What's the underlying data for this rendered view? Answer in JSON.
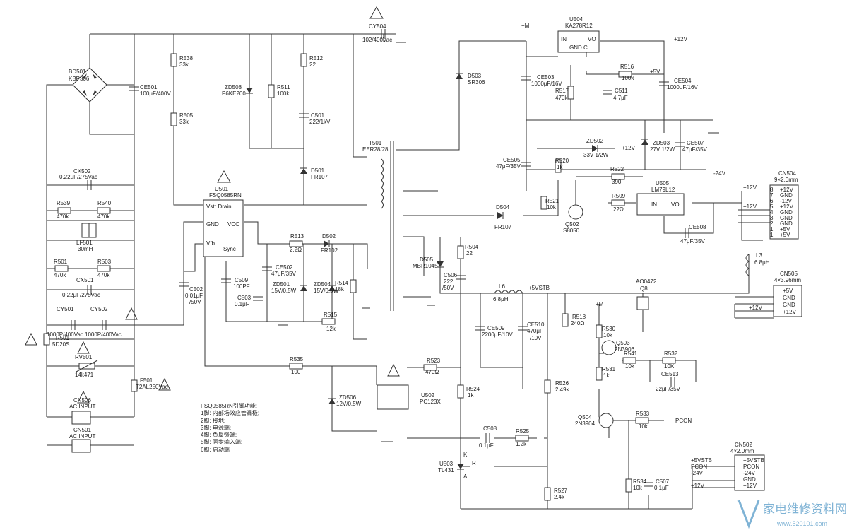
{
  "labels": {
    "bd501": "BD501",
    "kbp306": "KBP306",
    "ce501": "CE501",
    "ce501v": "100μF/400V",
    "r538": "R538",
    "r538v": "33k",
    "r505": "R505",
    "r505v": "33k",
    "zd508": "ZD508",
    "zd508v": "P6KE200",
    "r511": "R511",
    "r511v": "100k",
    "r512": "R512",
    "r512v": "22",
    "c501": "C501",
    "c501v": "222/1kV",
    "d501": "D501",
    "d501v": "FR107",
    "cy504": "CY504",
    "cy504v": "102/400Vac",
    "cx502": "CX502",
    "cx502v": "0.22μF/275Vac",
    "r539": "R539",
    "r539v": "470k",
    "r540": "R540",
    "r540v": "470k",
    "lf501": "LF501",
    "lf501v": "30mH",
    "r501": "R501",
    "r501v": "470k",
    "r503": "R503",
    "r503v": "470k",
    "cx501": "CX501",
    "cx501v": "0.22μF/275Vac",
    "cy501": "CY501",
    "cy501v": "1000P/400Vac",
    "cy502": "CY502",
    "cy502v": "1000P/400Vac",
    "tr501": "TR501",
    "tr501v": "5D20S",
    "rv501": "RV501",
    "rv501v": "14k471",
    "f501": "F501",
    "f501v": "T2AL250Vac",
    "cn506": "CN506",
    "cn506v": "AC INPUT",
    "cn501": "CN501",
    "cn501v": "AC INPUT",
    "u501": "U501",
    "u501v": "FSQ0585RN",
    "vstr": "Vstr Drain",
    "gnd": "GND",
    "vcc": "VCC",
    "vfb": "Vfb",
    "sync": "Sync",
    "c502": "C502",
    "c502v": "0.01μF",
    "c502v2": "/50V",
    "c509": "C509",
    "c509v": "100PF",
    "c503": "C503",
    "c503v": "0.1μF",
    "r513": "R513",
    "r513v": "2.2Ω",
    "d502": "D502",
    "d502v": "FR102",
    "ce502": "CE502",
    "ce502v": "47μF/35V",
    "zd501": "ZD501",
    "zd501v": "15V/0.5W",
    "zd504": "ZD504",
    "zd504v": "15V/0.5W",
    "r514": "R514",
    "r514v": "18k",
    "r515": "R515",
    "r515v": "12k",
    "t501": "T501",
    "t501v": "EER28/28",
    "d503": "D503",
    "d503v": "SR306",
    "u504": "U504",
    "u504v": "KA278R12",
    "in": "IN",
    "vo": "VO",
    "gnd2": "GND",
    "c": "C",
    "ce503": "CE503",
    "ce503v": "1000μF/16V",
    "r517": "R517",
    "r517v": "470k",
    "c511": "C511",
    "c511v": "4.7μF",
    "r516": "R516",
    "r516v": "100k",
    "ce504": "CE504",
    "ce504v": "1000μF/16V",
    "p12v": "+12V",
    "p5v": "+5V",
    "m": "+M",
    "n24v": "-24V",
    "zd502": "ZD502",
    "zd502v": "33V 1/2W",
    "zd503": "ZD503",
    "zd503v": "27V 1/2W",
    "ce507": "CE507",
    "ce507v": "47μF/35V",
    "ce505": "CE505",
    "ce505v": "47μF/35V",
    "r520": "R520",
    "r520v": "1k",
    "r522": "R522",
    "r522v": "390",
    "r521": "R521",
    "r521v": "10k",
    "r509": "R509",
    "r509v": "22Ω",
    "u505": "U505",
    "u505v": "LM79L12",
    "ce508": "CE508",
    "ce508v": "47μF/35V",
    "d504": "D504",
    "d504v": "FR107",
    "q502": "Q502",
    "q502v": "S8050",
    "d505": "D505",
    "d505v": "MBR1045",
    "r504": "R504",
    "r504v": "22",
    "c506": "C506",
    "c506v": "222",
    "c506v2": "/50V",
    "l6": "L6",
    "l6v": "6.8μH",
    "p5vstb": "+5VSTB",
    "ce509": "CE509",
    "ce509v": "2200μF/10V",
    "ce510": "CE510",
    "ce510v": "470μF",
    "ce510v2": "/10V",
    "r518": "R518",
    "r518v": "240Ω",
    "q8": "Q8",
    "q8v": "AO0472",
    "r530": "R530",
    "r530v": "10k",
    "q503": "Q503",
    "q503v": "2N3906",
    "r541": "R541",
    "r541v": "10k",
    "r532": "R532",
    "r532v": "10K",
    "r531": "R531",
    "r531v": "1k",
    "ce513": "CE513",
    "ce513v": "22μF/35V",
    "r535": "R535",
    "r535v": "100",
    "zd506": "ZD506",
    "zd506v": "12V/0.5W",
    "r523": "R523",
    "r523v": "470Ω",
    "u502": "U502",
    "u502v": "PC123X",
    "r524": "R524",
    "r524v": "1k",
    "r526": "R526",
    "r526v": "2.49k",
    "q504": "Q504",
    "q504v": "2N3904",
    "r533": "R533",
    "r533v": "10k",
    "pcon": "PCON",
    "c508": "C508",
    "c508v": "0.1μF",
    "r525": "R525",
    "r525v": "1.2k",
    "u503": "U503",
    "u503v": "TL431",
    "k": "K",
    "r": "R",
    "a": "A",
    "r527": "R527",
    "r527v": "2.4k",
    "r534": "R534",
    "r534v": "10k",
    "c507": "C507",
    "c507v": "0.1μF",
    "cn504": "CN504",
    "cn504v": "9×2.0mm",
    "l3": "L3",
    "l3v": "6.8μH",
    "cn505": "CN505",
    "cn505v": "4×3.96mm",
    "cn502": "CN502",
    "cn502v": "4×2.0mm"
  },
  "cn504_pins": [
    "+12V",
    "GND",
    "-12V",
    "+12V",
    "GND",
    "GND",
    "GND",
    "+5V",
    "+5V"
  ],
  "cn504_pin_numbers": [
    "8",
    "7",
    "6",
    "5",
    "4",
    "3",
    "2",
    "1",
    "1"
  ],
  "cn504_wires": [
    "+12V",
    "+12V"
  ],
  "cn505_pins": [
    "+5V",
    "GND",
    "GND",
    "+12V"
  ],
  "cn505_wires": [
    "+12V"
  ],
  "cn502_pins": [
    "+5VSTB",
    "PCON",
    "-24V",
    "GND",
    "+12V"
  ],
  "cn502_wires": [
    "+5VSTB",
    "PCON",
    "-24V",
    "+12V"
  ],
  "notes": [
    "FSQ0585RN引脚功能:",
    "1脚: 内部场效应管漏极;",
    "2脚: 接地;",
    "3脚: 电源端;",
    "4脚: 负反馈端;",
    "5脚: 同步输入端;",
    "6脚: 启动端"
  ],
  "watermark": {
    "text": "家电维修资料网",
    "url": "www.520101.com"
  }
}
